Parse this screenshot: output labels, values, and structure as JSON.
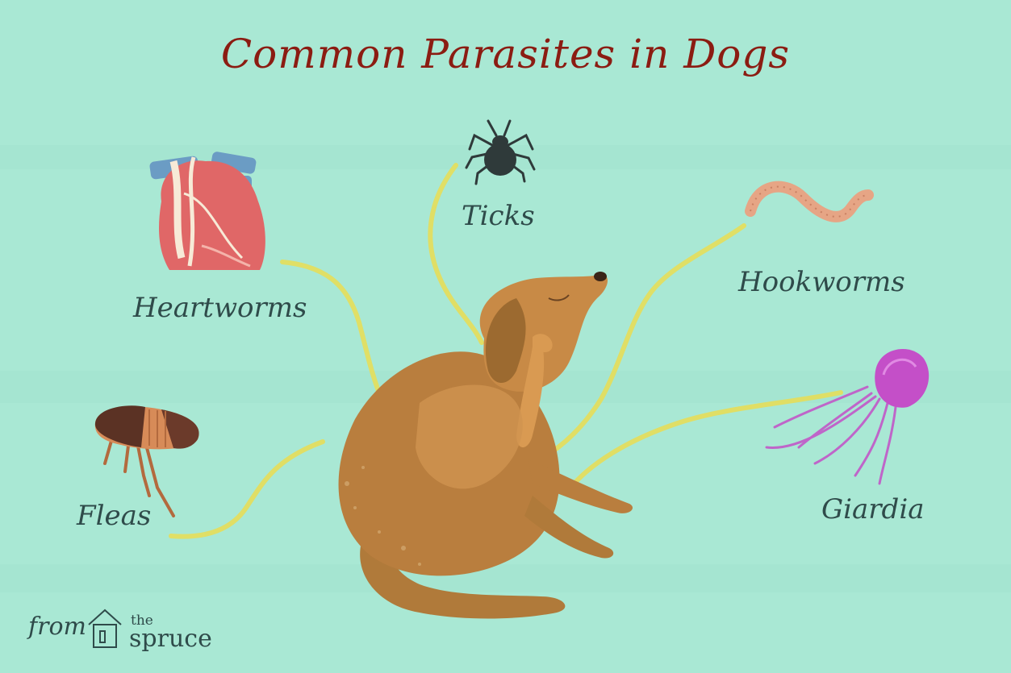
{
  "diagram": {
    "title": "Common Parasites in Dogs",
    "labels": {
      "heartworms": "Heartworms",
      "ticks": "Ticks",
      "hookworms": "Hookworms",
      "fleas": "Fleas",
      "giardia": "Giardia"
    },
    "colors": {
      "background": "#a9e8d4",
      "connector": "#e6de5a",
      "title": "#8b1c12",
      "label": "#2f4b4a"
    }
  },
  "footer": {
    "from": "from",
    "brand_the": "the",
    "brand_name": "spruce"
  }
}
